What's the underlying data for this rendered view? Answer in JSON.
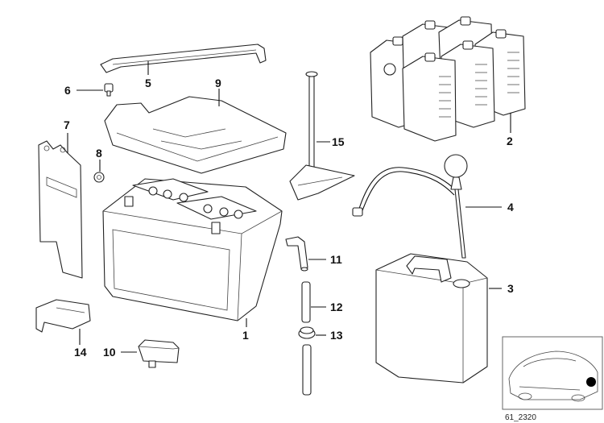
{
  "diagram": {
    "callouts": {
      "c1": "1",
      "c2": "2",
      "c3": "3",
      "c4": "4",
      "c5": "5",
      "c6": "6",
      "c7": "7",
      "c8": "8",
      "c9": "9",
      "c10": "10",
      "c11": "11",
      "c12": "12",
      "c13": "13",
      "c14": "14",
      "c15": "15"
    },
    "thumbnail_code": "61_2320"
  }
}
